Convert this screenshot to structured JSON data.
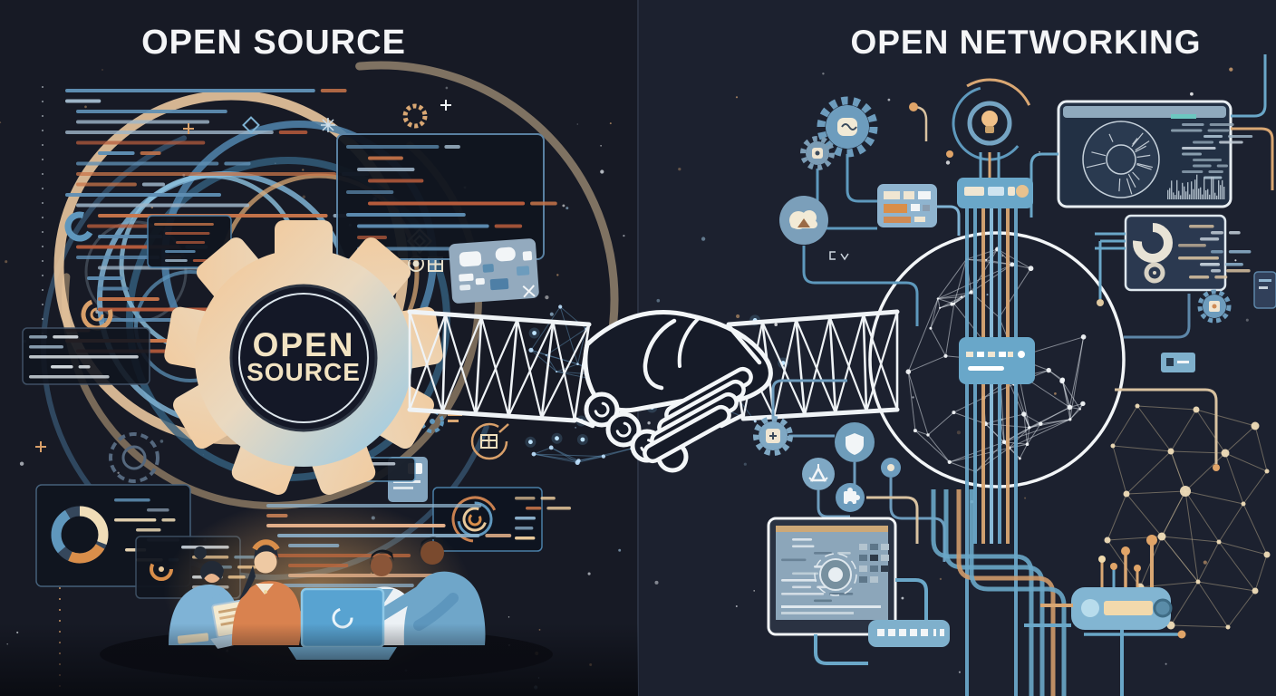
{
  "titles": {
    "left": "OPEN SOURCE",
    "right": "OPEN NETWORKING"
  },
  "gear_label": {
    "line1": "OPEN",
    "line2": "SOURCE"
  },
  "palette": {
    "background_left": "#171a25",
    "background_right": "#1c212f",
    "divider": "#2b3242",
    "title_text": "#f4f5f7",
    "gear_gradient_start": "#f2c99b",
    "gear_gradient_end": "#9fcbe2",
    "gear_center": "#141827",
    "gear_label_text": "#f2e3c2",
    "line_white": "#eff3f6",
    "accent_orange": "#d9a06a",
    "accent_rust": "#b85c3c",
    "accent_cream": "#f0ddb8",
    "accent_blue": "#5f97bd",
    "accent_light_blue": "#8fc3e0",
    "mesh_blue": "#5d8db4",
    "glow_blue": "#bfe2ff",
    "panel_fill": "#10151f",
    "screen_fill": "#2a3648",
    "screen_light": "#8ca6ba",
    "laptop_blue": "#58a3d1",
    "skin_warm": "#eec9a3",
    "shirt_blue": "#7fb3d6",
    "top_orange": "#d9824f"
  },
  "icon_names": [
    "gear-emblem",
    "wireframe-handshake",
    "network-globe",
    "lightbulb-icon",
    "chip-switch",
    "dashboard-screen",
    "donut-chart-screen",
    "monitor-screen",
    "port-switch",
    "router-device",
    "constellation-network",
    "code-panel",
    "spiral-arcs",
    "collaborating-developers",
    "gear-icon",
    "shield-icon",
    "recycle-icon",
    "puzzle-icon",
    "cloud-icon",
    "window-grid-icon",
    "diamond-icon",
    "target-icon",
    "grid-icon",
    "copyright-icon",
    "sparkle-icon"
  ]
}
